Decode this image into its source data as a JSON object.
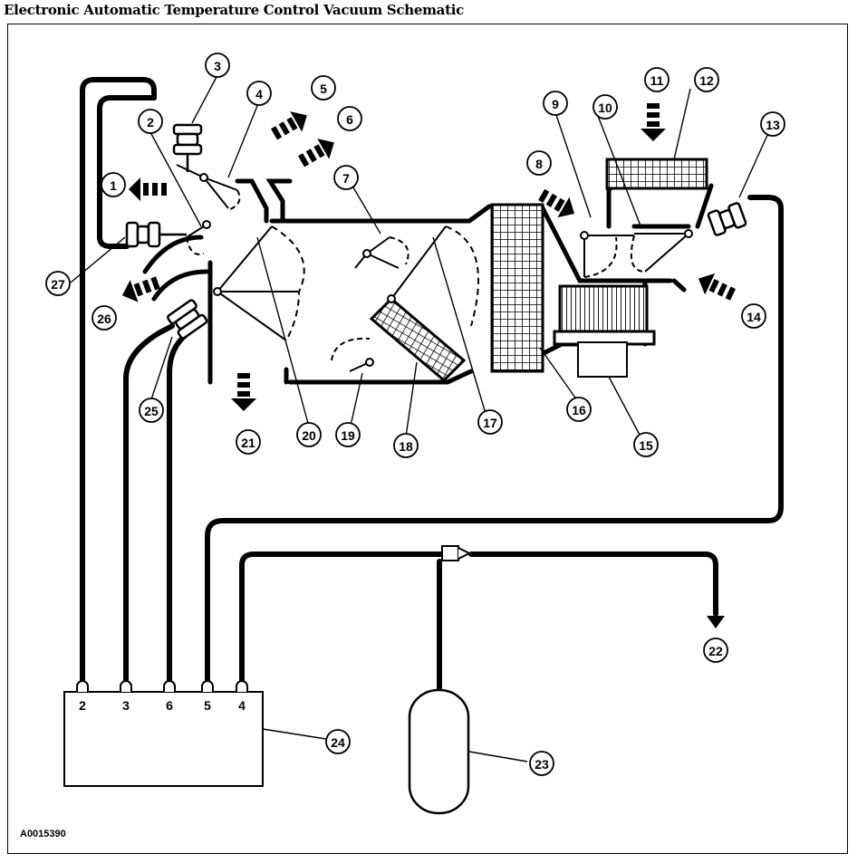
{
  "title": "Electronic Automatic Temperature Control Vacuum Schematic",
  "figure_id": "A0015390",
  "callouts": [
    "1",
    "2",
    "3",
    "4",
    "5",
    "6",
    "7",
    "8",
    "9",
    "10",
    "11",
    "12",
    "13",
    "14",
    "15",
    "16",
    "17",
    "18",
    "19",
    "20",
    "21",
    "22",
    "23",
    "24",
    "25",
    "26",
    "27"
  ],
  "control_ports": [
    "2",
    "3",
    "6",
    "5",
    "4"
  ],
  "colors": {
    "line": "#000000",
    "background": "#ffffff"
  }
}
